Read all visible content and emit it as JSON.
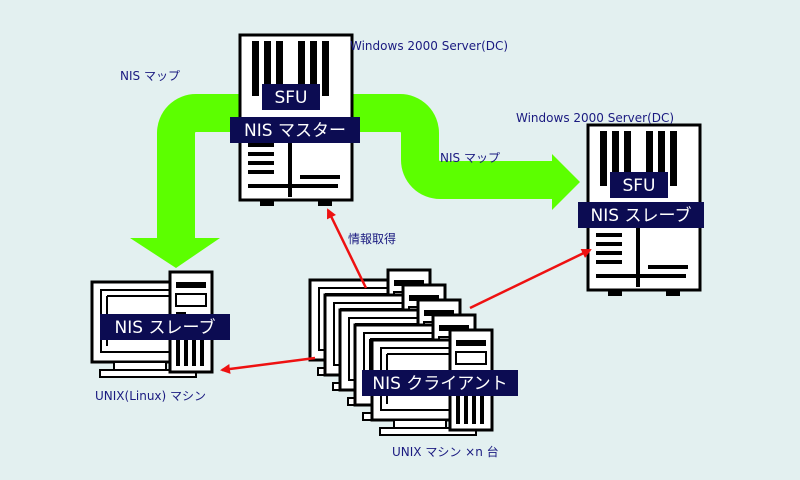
{
  "servers": {
    "master": {
      "os_label": "Windows 2000 Server(DC)",
      "line1": "SFU",
      "line2": "NIS マスター"
    },
    "slave_server": {
      "os_label": "Windows 2000 Server(DC)",
      "line1": "SFU",
      "line2": "NIS スレーブ"
    }
  },
  "unix_slave": {
    "label": "NIS スレーブ",
    "caption": "UNIX(Linux) マシン"
  },
  "clients": {
    "label": "NIS クライアント",
    "caption": "UNIX マシン ×n 台"
  },
  "arrows": {
    "map_left": "NIS マップ",
    "map_right": "NIS マップ",
    "info_fetch": "情報取得"
  },
  "colors": {
    "background": "#e3f0f0",
    "map_arrow": "#5cff00",
    "request_arrow": "#ee1111",
    "label_bg": "#0c0c52"
  }
}
